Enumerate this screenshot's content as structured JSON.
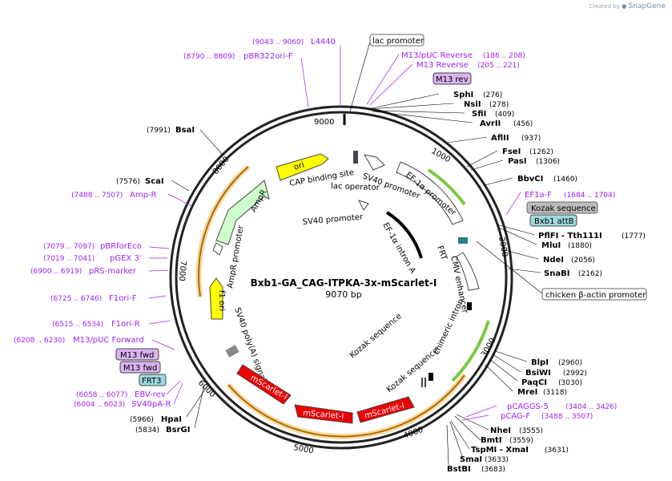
{
  "brand": {
    "created_by": "Created by",
    "name": "SnapGene"
  },
  "plasmid": {
    "name": "Bxb1-GA_CAG-ITPKA-3x-mScarlet-I",
    "size": "9070 bp"
  },
  "ticks": [
    {
      "label": "1000",
      "bp": 1000
    },
    {
      "label": "2000",
      "bp": 2000
    },
    {
      "label": "3000",
      "bp": 3000
    },
    {
      "label": "4000",
      "bp": 4000
    },
    {
      "label": "5000",
      "bp": 5000
    },
    {
      "label": "6000",
      "bp": 6000
    },
    {
      "label": "7000",
      "bp": 7000
    },
    {
      "label": "8000",
      "bp": 8000
    },
    {
      "label": "9000",
      "bp": 9000
    }
  ],
  "sites": [
    {
      "name": "SphI",
      "pos": "(276)",
      "bp": 276
    },
    {
      "name": "NsiI",
      "pos": "(278)",
      "bp": 278
    },
    {
      "name": "SfiI",
      "pos": "(409)",
      "bp": 409
    },
    {
      "name": "AvrII",
      "pos": "(456)",
      "bp": 456
    },
    {
      "name": "AflII",
      "pos": "(937)",
      "bp": 937
    },
    {
      "name": "FseI",
      "pos": "(1262)",
      "bp": 1262
    },
    {
      "name": "PasI",
      "pos": "(1306)",
      "bp": 1306
    },
    {
      "name": "BbvCI",
      "pos": "(1460)",
      "bp": 1460
    },
    {
      "name": "PflFI - Tth111I",
      "pos": "(1777)",
      "bp": 1777
    },
    {
      "name": "MluI",
      "pos": "(1880)",
      "bp": 1880
    },
    {
      "name": "NdeI",
      "pos": "(2056)",
      "bp": 2056
    },
    {
      "name": "SnaBI",
      "pos": "(2162)",
      "bp": 2162
    },
    {
      "name": "BlpI",
      "pos": "(2960)",
      "bp": 2960
    },
    {
      "name": "BsiWI",
      "pos": "(2992)",
      "bp": 2992
    },
    {
      "name": "PaqCI",
      "pos": "(3030)",
      "bp": 3030
    },
    {
      "name": "MreI",
      "pos": "(3118)",
      "bp": 3118
    },
    {
      "name": "NheI",
      "pos": "(3555)",
      "bp": 3555
    },
    {
      "name": "BmtI",
      "pos": "(3559)",
      "bp": 3559
    },
    {
      "name": "TspMI - XmaI",
      "pos": "(3631)",
      "bp": 3631
    },
    {
      "name": "SmaI",
      "pos": "(3633)",
      "bp": 3633
    },
    {
      "name": "BstBI",
      "pos": "(3683)",
      "bp": 3683
    },
    {
      "name": "BsrGI",
      "pos": "(5834)",
      "bp": 5834
    },
    {
      "name": "HpaI",
      "pos": "(5966)",
      "bp": 5966
    },
    {
      "name": "ScaI",
      "pos": "(7576)",
      "bp": 7576
    },
    {
      "name": "BsaI",
      "pos": "(7991)",
      "bp": 7991
    }
  ],
  "primers": [
    {
      "name": "L4440",
      "pos": "(9043 .. 9060)",
      "bp": 9050
    },
    {
      "name": "pBR322ori-F",
      "pos": "(8790 .. 8809)",
      "bp": 8800
    },
    {
      "name": "M13/pUC Reverse",
      "pos": "(186 .. 208)",
      "bp": 197
    },
    {
      "name": "M13 Reverse",
      "pos": "(205 .. 221)",
      "bp": 213
    },
    {
      "name": "EF1a-F",
      "pos": "(1684 .. 1704)",
      "bp": 1694
    },
    {
      "name": "pCAGGS-5",
      "pos": "(3404 .. 3426)",
      "bp": 3415
    },
    {
      "name": "pCAG-F",
      "pos": "(3488 .. 3507)",
      "bp": 3497
    },
    {
      "name": "Amp-R",
      "pos": "(7488 .. 7507)",
      "bp": 7497
    },
    {
      "name": "pBRforEco",
      "pos": "(7079 .. 7097)",
      "bp": 7088
    },
    {
      "name": "pGEX 3'",
      "pos": "(7019 .. 7041)",
      "bp": 7030
    },
    {
      "name": "pRS-marker",
      "pos": "(6900 .. 6919)",
      "bp": 6910
    },
    {
      "name": "F1ori-F",
      "pos": "(6725 .. 6746)",
      "bp": 6735
    },
    {
      "name": "F1ori-R",
      "pos": "(6515 .. 6534)",
      "bp": 6525
    },
    {
      "name": "M13/pUC Forward",
      "pos": "(6208 .. 6230)",
      "bp": 6219
    },
    {
      "name": "EBV-rev",
      "pos": "(6058 .. 6077)",
      "bp": 6068
    },
    {
      "name": "SV40pA-R",
      "pos": "(6004 .. 6023)",
      "bp": 6014
    }
  ],
  "boxed_labels": [
    {
      "text": "lac promoter",
      "kind": "white"
    },
    {
      "text": "M13 rev",
      "kind": "purple"
    },
    {
      "text": "Kozak sequence",
      "kind": "gray"
    },
    {
      "text": "Bxb1 attB",
      "kind": "teal"
    },
    {
      "text": "chicken β-actin promoter",
      "kind": "white"
    },
    {
      "text": "M13 fwd",
      "kind": "purple"
    },
    {
      "text": "M13 fwd",
      "kind": "purple"
    },
    {
      "text": "FRT3",
      "kind": "teal"
    }
  ],
  "features": [
    {
      "name": "ori",
      "color": "#ffff00"
    },
    {
      "name": "AmpR",
      "color": "#ccffcc"
    },
    {
      "name": "AmpR promoter",
      "color": "#ffffff"
    },
    {
      "name": "f1 ori",
      "color": "#ffff00"
    },
    {
      "name": "SV40 poly(A) signal",
      "color": "#888888"
    },
    {
      "name": "mScarlet-I",
      "color": "#ee0000"
    },
    {
      "name": "mScarlet-I",
      "color": "#ee0000"
    },
    {
      "name": "mScarlet-I",
      "color": "#ee0000"
    },
    {
      "name": "CAP binding site",
      "color": "#000000"
    },
    {
      "name": "lac operator",
      "color": "#000000"
    },
    {
      "name": "SV40 promoter",
      "color": "#ffffff"
    },
    {
      "name": "SV40 promoter",
      "color": "#ffffff"
    },
    {
      "name": "EF-1α promoter",
      "color": "#ffffff"
    },
    {
      "name": "EF-1α intron A",
      "color": "#000000"
    },
    {
      "name": "FRT",
      "color": "#000000"
    },
    {
      "name": "CMV enhancer",
      "color": "#ffffff"
    },
    {
      "name": "chimeric intron",
      "color": "#000000"
    },
    {
      "name": "Kozak sequence",
      "color": "#000000"
    },
    {
      "name": "Kozak sequence",
      "color": "#000000"
    }
  ]
}
